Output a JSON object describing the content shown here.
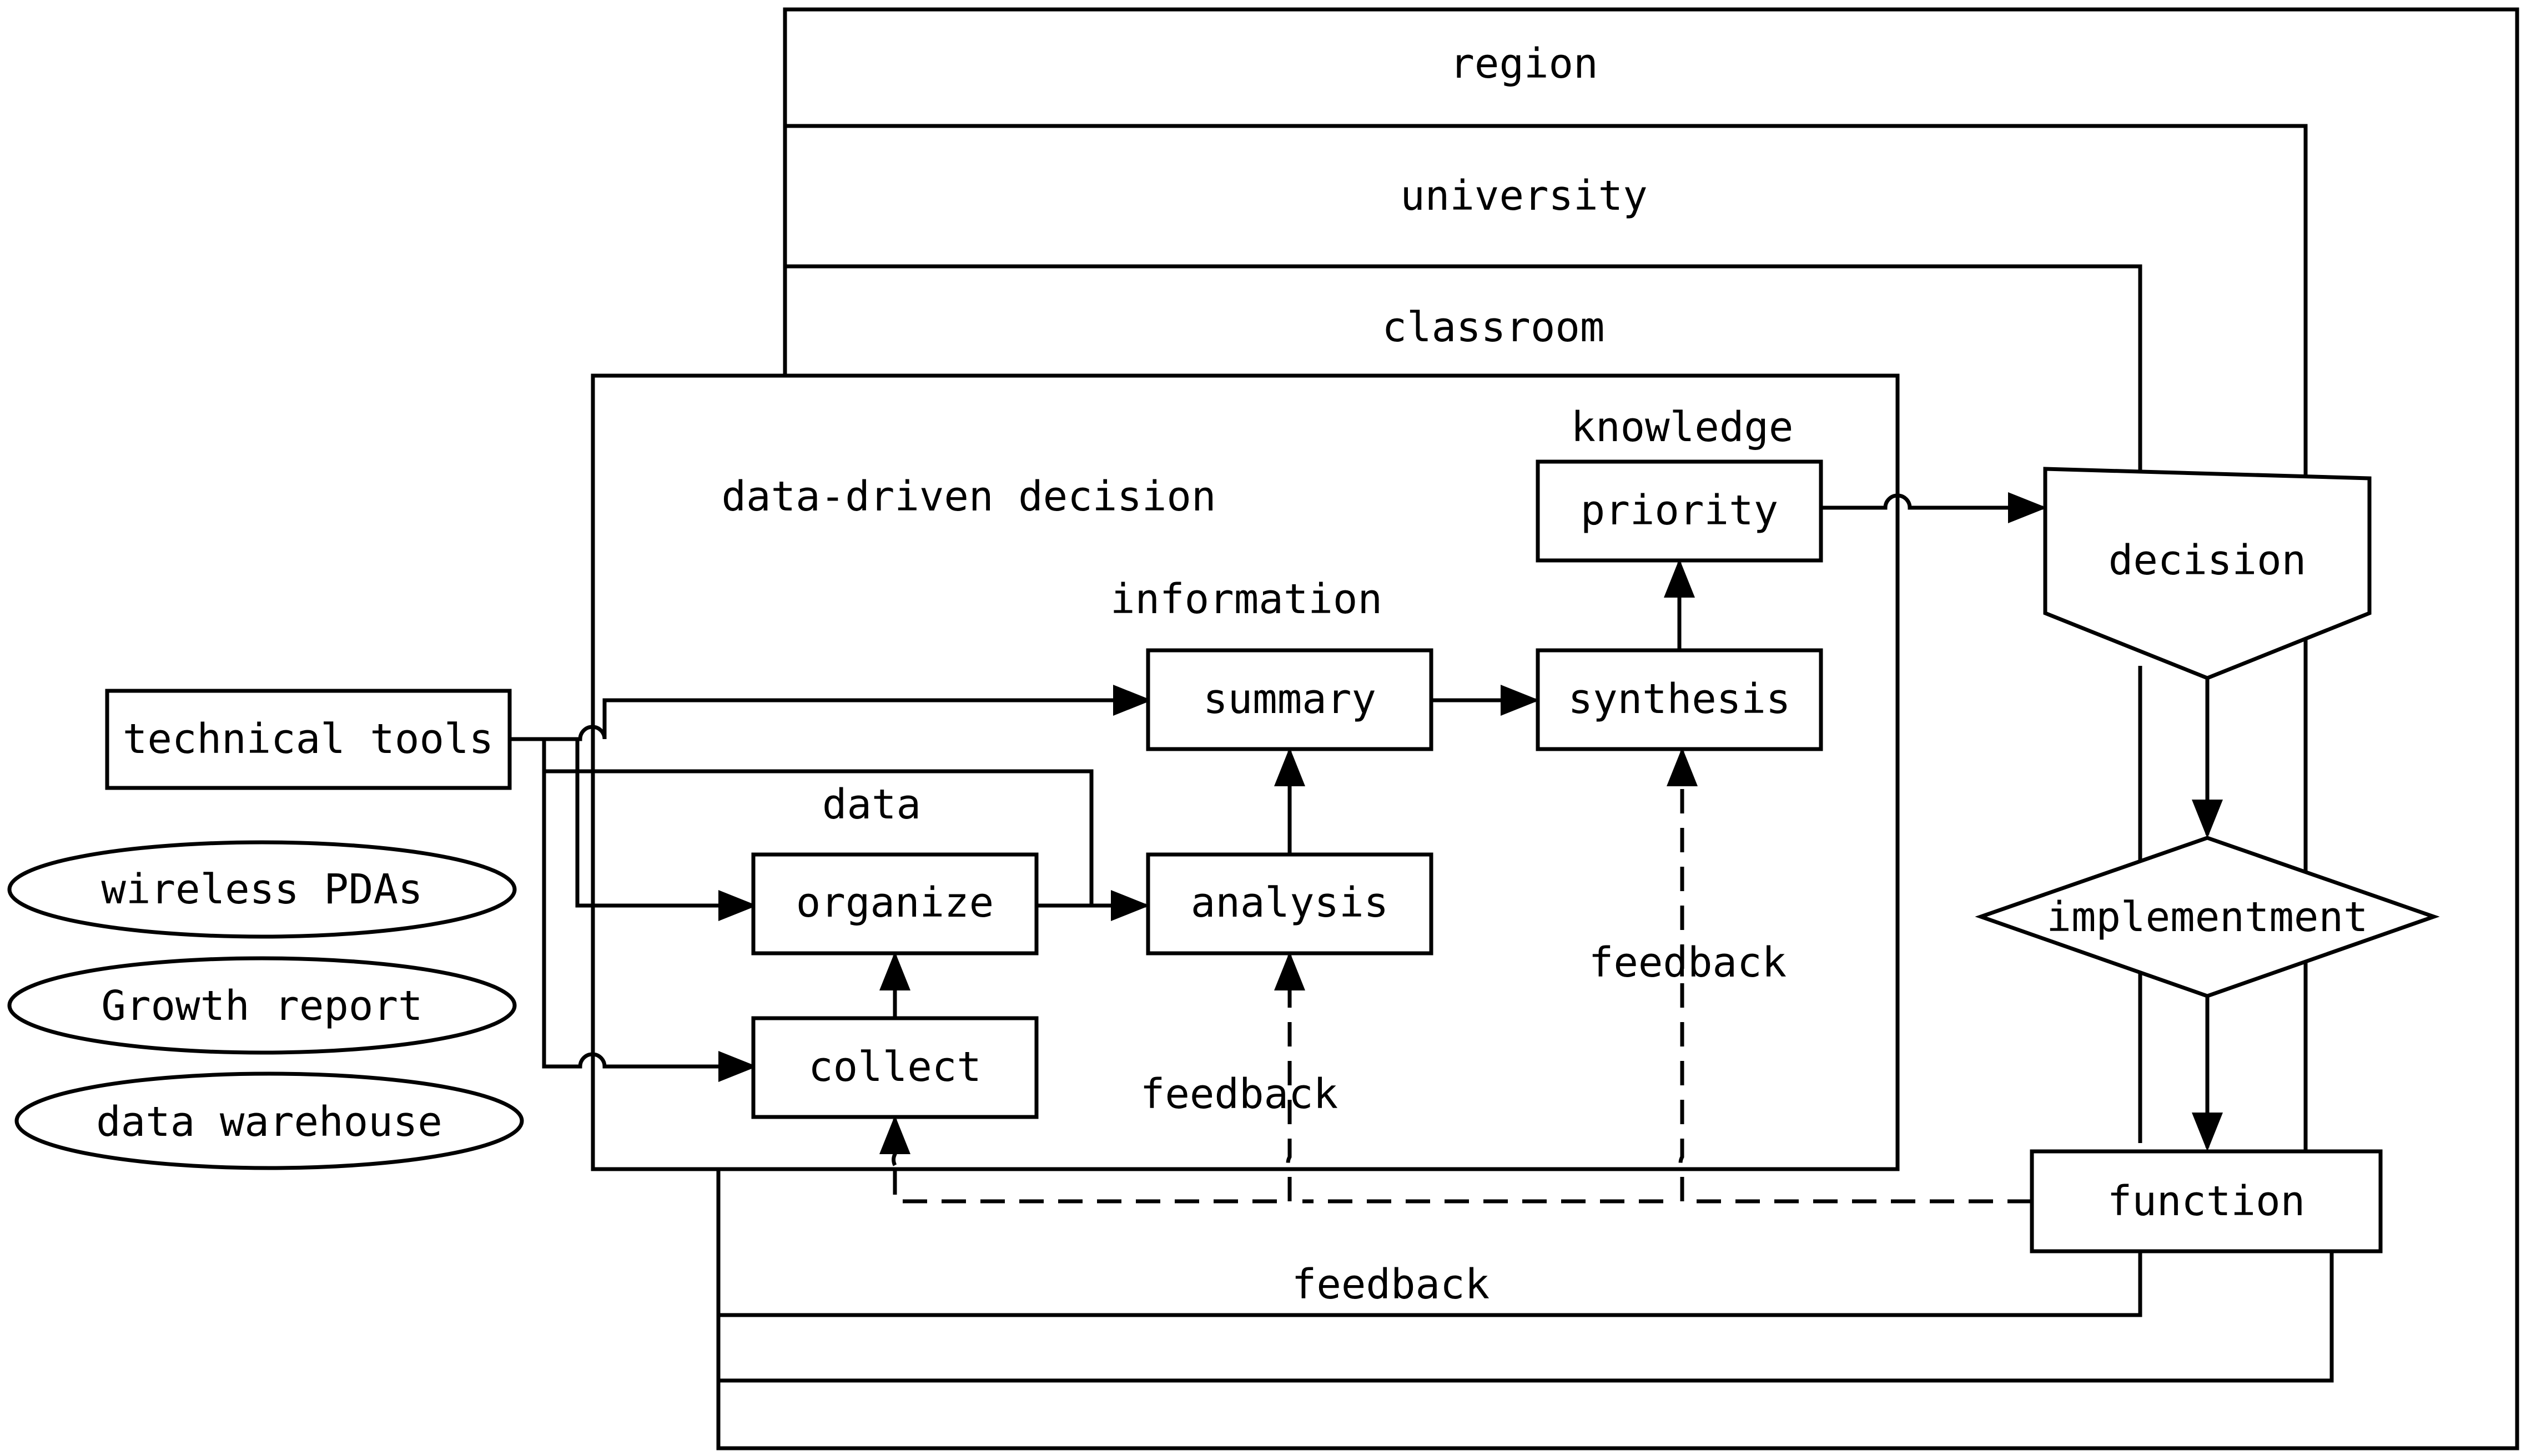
{
  "scopes": {
    "region": "region",
    "university": "university",
    "classroom": "classroom",
    "data_driven_decision": "data-driven decision"
  },
  "tools": {
    "technical_tools": "technical tools",
    "wireless_pdas": "wireless PDAs",
    "growth_report": "Growth report",
    "data_warehouse": "data warehouse"
  },
  "levels": {
    "data": "data",
    "information": "information",
    "knowledge": "knowledge"
  },
  "steps": {
    "collect": "collect",
    "organize": "organize",
    "analysis": "analysis",
    "summary": "summary",
    "synthesis": "synthesis",
    "priority": "priority",
    "decision": "decision",
    "implementment": "implementment",
    "function": "function"
  },
  "feedback": {
    "inner_right": "feedback",
    "inner_middle": "feedback",
    "outer_bottom": "feedback"
  }
}
